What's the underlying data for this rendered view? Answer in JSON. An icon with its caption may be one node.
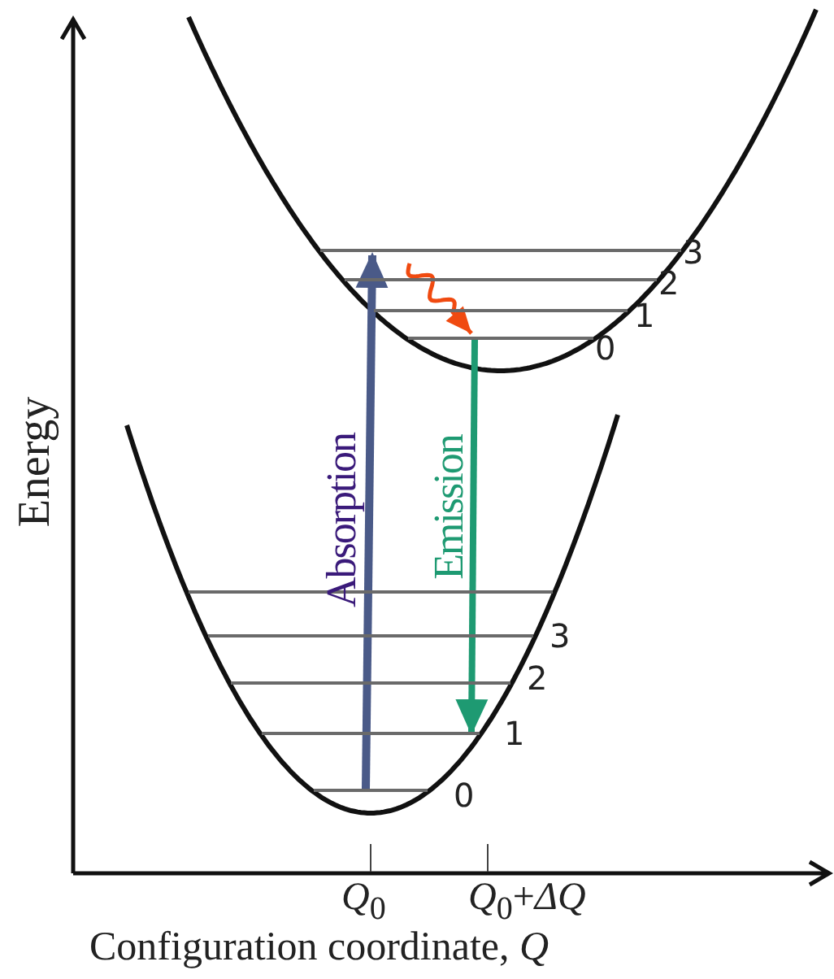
{
  "diagram": {
    "nodes": [
      {
        "text": [],
        "shape": "bar",
        "beside": [
          "0"
        ]
      },
      {
        "text": [],
        "shape": "bar",
        "beside": [
          "1"
        ]
      },
      {
        "text": [],
        "shape": "bar",
        "beside": [
          "2"
        ]
      },
      {
        "text": [],
        "shape": "bar",
        "beside": [
          "3"
        ]
      },
      {
        "text": [],
        "shape": "bar",
        "beside": [
          "0"
        ]
      },
      {
        "text": [],
        "shape": "bar",
        "beside": [
          "1"
        ]
      },
      {
        "text": [],
        "shape": "bar",
        "beside": [
          "2"
        ]
      },
      {
        "text": [],
        "shape": "bar",
        "beside": [
          "3"
        ]
      },
      {
        "text": [],
        "shape": "bar"
      }
    ],
    "edges": [
      {
        "from": 4,
        "to": 3,
        "arrow": "to",
        "label": "Absorption",
        "color": "#4a5a88"
      },
      {
        "from": 3,
        "to": 0,
        "arrow": "to",
        "color": "#f04a10"
      },
      {
        "from": 0,
        "to": 5,
        "arrow": "to",
        "label": "Emission",
        "color": "#1e9a72"
      }
    ],
    "labels": [
      "Energy",
      "*Q*$_{0}$",
      "*Q*$_{0}$+*ΔQ*",
      "Configuration coordinate, *Q*"
    ]
  }
}
